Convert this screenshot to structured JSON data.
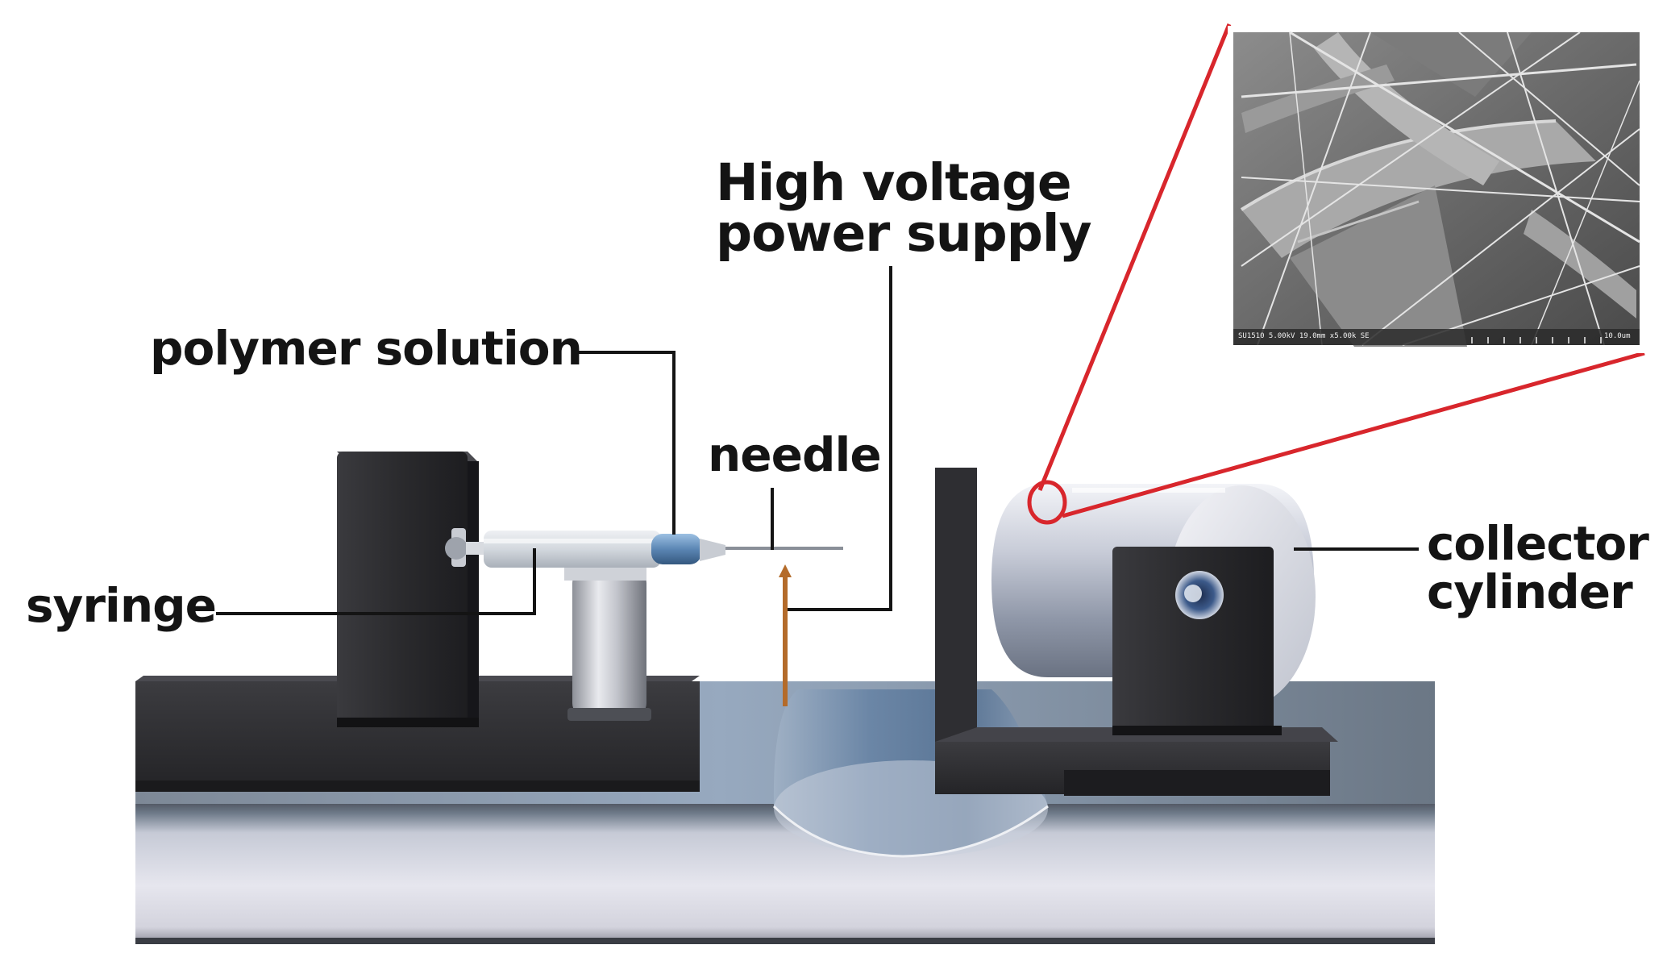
{
  "labels": {
    "high_voltage_line1": "High voltage",
    "high_voltage_line2": "power supply",
    "polymer_solution": "polymer solution",
    "needle": "needle",
    "syringe": "syringe",
    "collector_line1": "collector",
    "collector_line2": "cylinder"
  },
  "sem_inset": {
    "info": "SU1510 5.00kV 19.0mm x5.00k SE",
    "scale_label": "10.0um"
  },
  "colors": {
    "callout_red": "#d8262c",
    "leader_line": "#141414",
    "base_dark": "#2b2b2d",
    "rail_light": "#d8d8e2",
    "syringe_blue": "#5b86b4"
  }
}
